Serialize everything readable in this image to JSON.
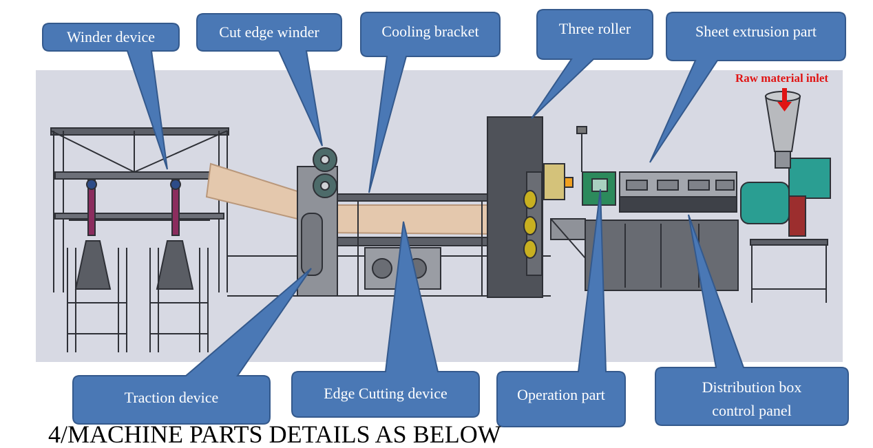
{
  "diagram": {
    "callouts": [
      {
        "id": "winder",
        "label": "Winder device"
      },
      {
        "id": "cut-edge",
        "label": "Cut edge winder"
      },
      {
        "id": "cooling",
        "label": "Cooling bracket"
      },
      {
        "id": "three-roller",
        "label": "Three roller"
      },
      {
        "id": "sheet-extrusion",
        "label": "Sheet extrusion part"
      },
      {
        "id": "traction",
        "label": "Traction device"
      },
      {
        "id": "edge-cutting",
        "label": "Edge Cutting device"
      },
      {
        "id": "operation",
        "label": "Operation part"
      },
      {
        "id": "distribution",
        "label_line1": "Distribution box",
        "label_line2": "control panel"
      }
    ],
    "raw_material_label": "Raw material inlet",
    "footer_text": "4/MACHINE PARTS DETAILS AS BELOW"
  },
  "colors": {
    "callout_fill": "#4a78b5",
    "callout_stroke": "#34598c",
    "panel_bg": "#d7d9e3",
    "accent_red": "#e01414",
    "motor_teal": "#2a9e92"
  }
}
